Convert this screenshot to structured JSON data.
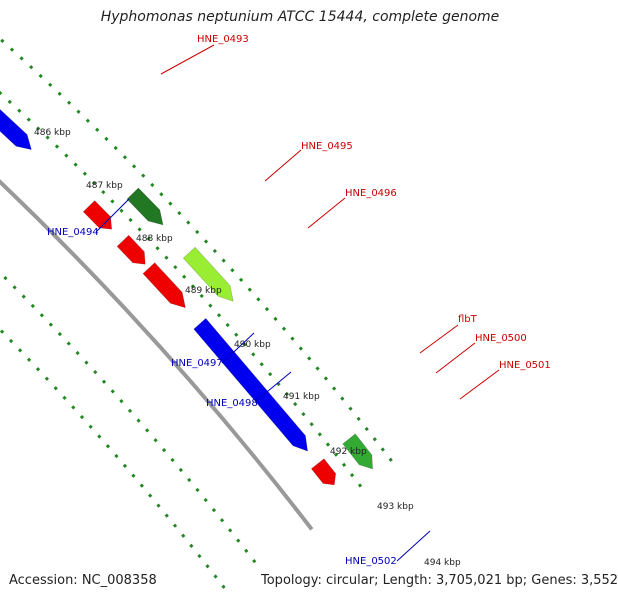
{
  "title": "Hyphomonas neptunium ATCC 15444, complete genome",
  "footer": {
    "accession": "Accession: NC_008358",
    "summary": "Topology: circular; Length: 3,705,021 bp; Genes: 3,552"
  },
  "colors": {
    "backbone": "#999999",
    "forward_cds": "#ee0000",
    "reverse_cds": "#0000ee",
    "rna_or_other": "#666666",
    "light_gray": "#cccccc",
    "green": "#33aa33",
    "dark_green": "#227722",
    "lime": "#99ee33",
    "tick_dots": "#228822",
    "red_label": "#cc0000",
    "blue_label": "#0000bb"
  },
  "ticks": [
    "486 kbp",
    "487 kbp",
    "488 kbp",
    "489 kbp",
    "490 kbp",
    "491 kbp",
    "492 kbp",
    "493 kbp",
    "494 kbp"
  ],
  "gene_labels": [
    {
      "text": "HNE_0493",
      "strand": "forward"
    },
    {
      "text": "HNE_0494",
      "strand": "reverse"
    },
    {
      "text": "HNE_0495",
      "strand": "forward"
    },
    {
      "text": "HNE_0496",
      "strand": "forward"
    },
    {
      "text": "HNE_0497",
      "strand": "reverse"
    },
    {
      "text": "HNE_0498",
      "strand": "reverse"
    },
    {
      "text": "flbT",
      "strand": "forward"
    },
    {
      "text": "HNE_0500",
      "strand": "forward"
    },
    {
      "text": "HNE_0501",
      "strand": "forward"
    },
    {
      "text": "HNE_0502",
      "strand": "reverse"
    }
  ]
}
